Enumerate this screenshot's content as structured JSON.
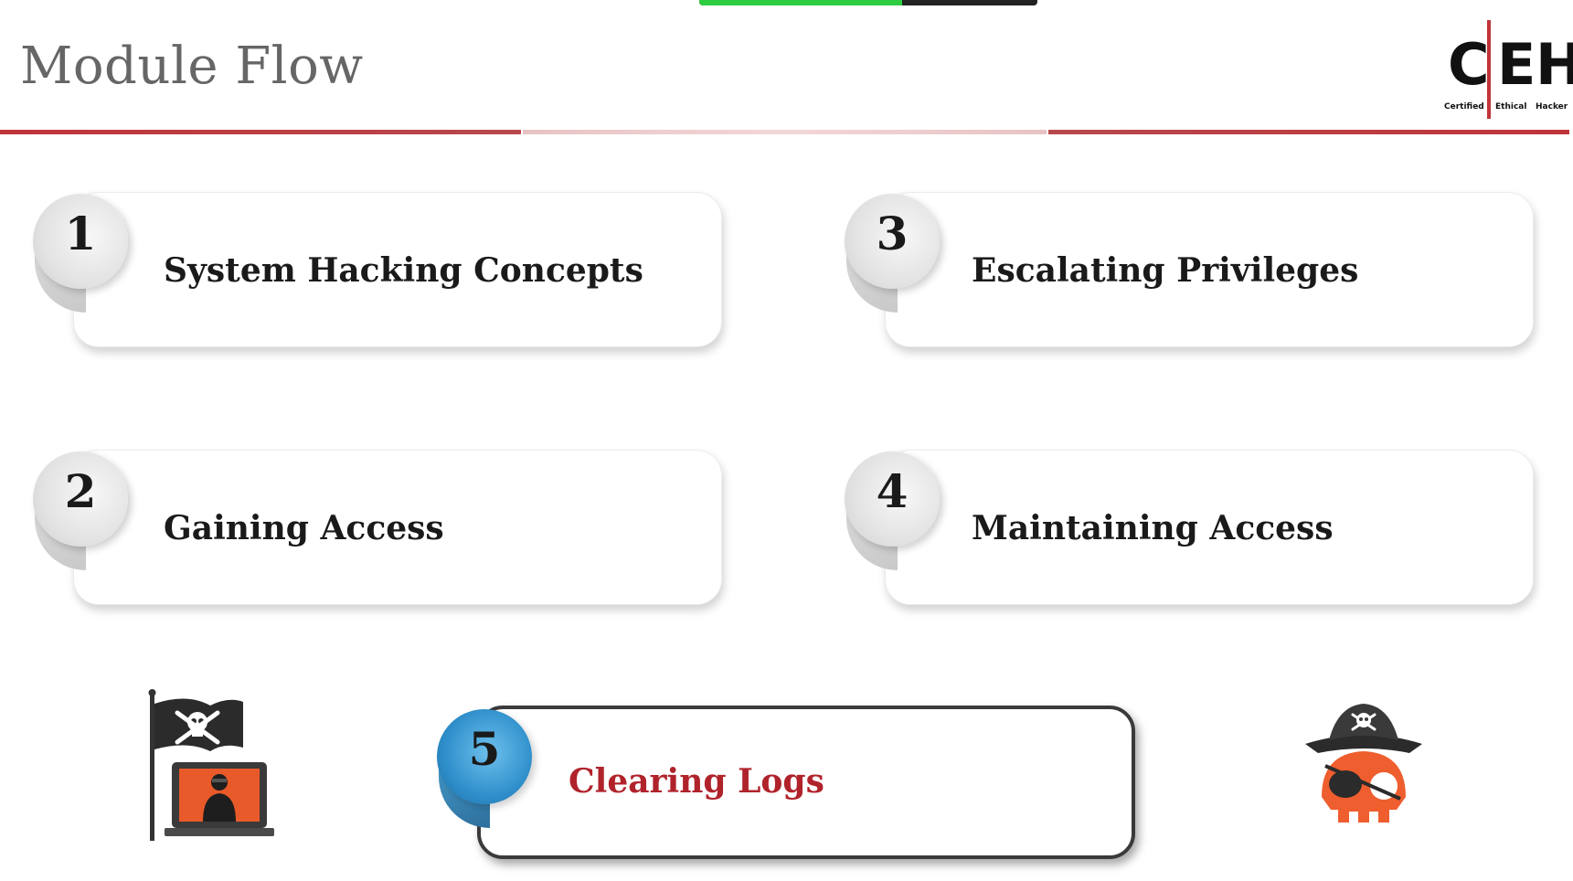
{
  "slide": {
    "title": "Module Flow",
    "progress_percent": 60
  },
  "logo": {
    "letters": [
      "C",
      "E",
      "H"
    ],
    "subtitle": [
      "Certified",
      "Ethical",
      "Hacker"
    ],
    "accent_color": "#c0343a"
  },
  "modules": [
    {
      "number": "1",
      "label": "System Hacking Concepts",
      "active": false
    },
    {
      "number": "2",
      "label": "Gaining Access",
      "active": false
    },
    {
      "number": "3",
      "label": "Escalating Privileges",
      "active": false
    },
    {
      "number": "4",
      "label": "Maintaining Access",
      "active": false
    },
    {
      "number": "5",
      "label": "Clearing Logs",
      "active": true
    }
  ],
  "icons": {
    "left": "hacker-laptop-pirate-flag-icon",
    "right": "pirate-skull-icon"
  },
  "colors": {
    "active_label": "#b0232b",
    "active_badge": "#2f8fcb",
    "inactive_badge": "#e3e3e3"
  }
}
